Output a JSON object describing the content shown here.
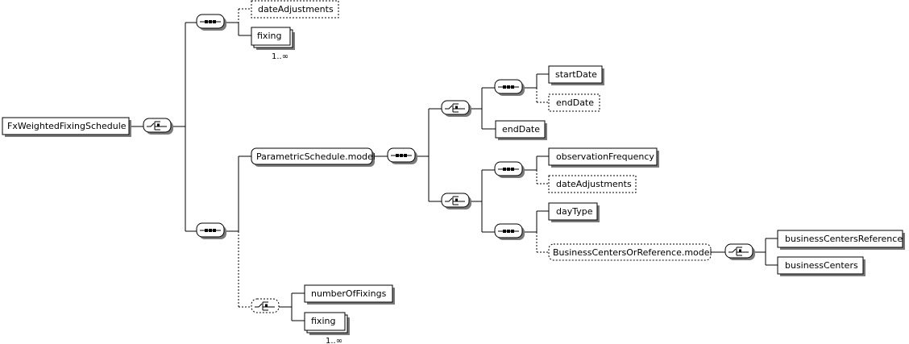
{
  "diagram": {
    "nodes": {
      "root": {
        "label": "FxWeightedFixingSchedule"
      },
      "date_adjustments_top": {
        "label": "dateAdjustments"
      },
      "fixing_top": {
        "label": "fixing",
        "multiplicity": "1..∞"
      },
      "parametric_schedule_model": {
        "label": "ParametricSchedule.model"
      },
      "start_date": {
        "label": "startDate"
      },
      "end_date_optional": {
        "label": "endDate"
      },
      "end_date": {
        "label": "endDate"
      },
      "observation_frequency": {
        "label": "observationFrequency"
      },
      "date_adjustments": {
        "label": "dateAdjustments"
      },
      "day_type": {
        "label": "dayType"
      },
      "business_centers_or_reference_model": {
        "label": "BusinessCentersOrReference.model"
      },
      "business_centers_reference": {
        "label": "businessCentersReference"
      },
      "business_centers": {
        "label": "businessCenters"
      },
      "number_of_fixings": {
        "label": "numberOfFixings"
      },
      "fixing_bottom": {
        "label": "fixing",
        "multiplicity": "1..∞"
      }
    },
    "compositors": {
      "root_choice": {
        "kind": "choice"
      },
      "top_sequence": {
        "kind": "sequence"
      },
      "main_sequence": {
        "kind": "sequence"
      },
      "parametric_sequence": {
        "kind": "sequence"
      },
      "dates_choice": {
        "kind": "choice"
      },
      "start_end_sequence": {
        "kind": "sequence"
      },
      "frequency_choice": {
        "kind": "choice"
      },
      "frequency_sequence": {
        "kind": "sequence"
      },
      "day_type_sequence": {
        "kind": "sequence"
      },
      "business_centers_choice": {
        "kind": "choice"
      },
      "fixings_choice": {
        "kind": "choice",
        "optional": true
      }
    }
  }
}
